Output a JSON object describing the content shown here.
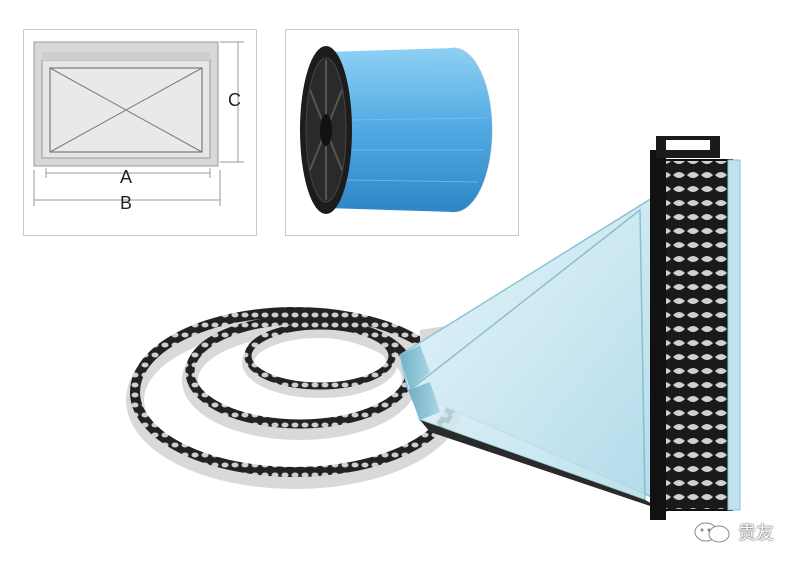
{
  "diagram": {
    "label_a": "A",
    "label_b": "B",
    "label_c": "C"
  },
  "watermark": {
    "text": "贵友"
  },
  "colors": {
    "spool_blue": "#5ab4e8",
    "glass_blue": "#bfe2ee",
    "spacer_dark": "#1a1a1a",
    "tape_gray": "#d9d9d9"
  },
  "icons": [
    "wechat-logo-icon"
  ]
}
